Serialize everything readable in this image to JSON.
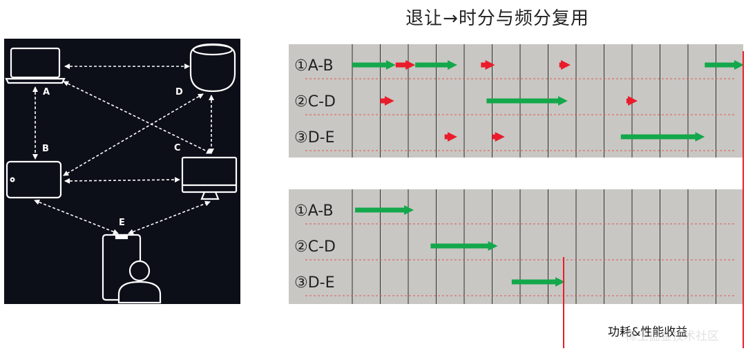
{
  "title": "退让→时分与频分复用",
  "network": {
    "nodes": [
      {
        "id": "A",
        "label": "A",
        "device": "laptop"
      },
      {
        "id": "B",
        "label": "B",
        "device": "tablet"
      },
      {
        "id": "C",
        "label": "C",
        "device": "monitor"
      },
      {
        "id": "D",
        "label": "D",
        "device": "smart-speaker"
      },
      {
        "id": "E",
        "label": "E",
        "device": "phone-with-user"
      }
    ],
    "links": [
      [
        "A",
        "D"
      ],
      [
        "A",
        "B"
      ],
      [
        "A",
        "C"
      ],
      [
        "D",
        "B"
      ],
      [
        "D",
        "C"
      ],
      [
        "B",
        "C"
      ],
      [
        "E",
        "B"
      ],
      [
        "E",
        "C"
      ]
    ]
  },
  "panels": [
    {
      "id": "before",
      "rows": [
        {
          "label": "①A-B",
          "green": [
            [
              0,
              1.55
            ],
            [
              2.25,
              3.75
            ],
            [
              12.6,
              14.0
            ]
          ],
          "red": [
            [
              1.55,
              2.25
            ],
            [
              4.6,
              5.1
            ],
            [
              7.4,
              7.8
            ]
          ]
        },
        {
          "label": "②C-D",
          "green": [
            [
              4.8,
              7.7
            ]
          ],
          "red": [
            [
              1.0,
              1.5
            ],
            [
              9.8,
              10.2
            ]
          ]
        },
        {
          "label": "③D-E",
          "green": [
            [
              9.6,
              12.6
            ]
          ],
          "red": [
            [
              3.3,
              3.75
            ],
            [
              5.0,
              5.45
            ]
          ]
        }
      ]
    },
    {
      "id": "after",
      "rows": [
        {
          "label": "①A-B",
          "green": [
            [
              0.1,
              2.2
            ]
          ],
          "red": []
        },
        {
          "label": "②C-D",
          "green": [
            [
              2.8,
              5.2
            ]
          ],
          "red": []
        },
        {
          "label": "③D-E",
          "green": [
            [
              5.7,
              7.6
            ]
          ],
          "red": []
        }
      ]
    }
  ],
  "benefit_label": "功耗&性能收益",
  "watermark": "稀土掘金技术社区",
  "colors": {
    "panel_bg": "#c8c7c3",
    "green": "#13a84b",
    "red": "#ea1c2b",
    "grid": "#2f2f2f",
    "dashed": "#e05555",
    "network_bg": "#0c0e18"
  }
}
